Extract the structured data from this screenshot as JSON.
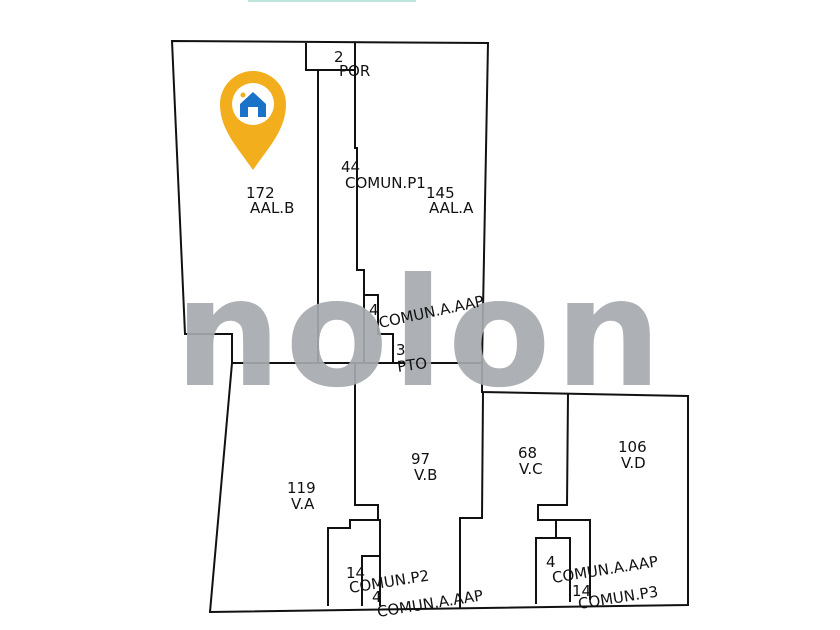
{
  "watermark": {
    "text": "nolon",
    "color": "#a7aaae"
  },
  "location_pin": {
    "icon": "home-pin-icon",
    "pin_color": "#f2ae1c",
    "house_color": "#1a73c8"
  },
  "parcels": [
    {
      "id": "aal-b",
      "number": "172",
      "use": "AAL.B"
    },
    {
      "id": "por",
      "number": "2",
      "use": "POR"
    },
    {
      "id": "comun-p1",
      "number": "44",
      "use": "COMUN.P1"
    },
    {
      "id": "aal-a",
      "number": "145",
      "use": "AAL.A"
    },
    {
      "id": "comun-a-aap-1",
      "number": "4",
      "use": "COMUN.A.AAP"
    },
    {
      "id": "pto",
      "number": "3",
      "use": "PTO"
    },
    {
      "id": "v-a",
      "number": "119",
      "use": "V.A"
    },
    {
      "id": "v-b",
      "number": "97",
      "use": "V.B"
    },
    {
      "id": "v-c",
      "number": "68",
      "use": "V.C"
    },
    {
      "id": "v-d",
      "number": "106",
      "use": "V.D"
    },
    {
      "id": "comun-p2",
      "number": "14",
      "use": "COMUN.P2"
    },
    {
      "id": "comun-a-aap-2",
      "number": "4",
      "use": "COMUN.A.AAP"
    },
    {
      "id": "comun-a-aap-3",
      "number": "4",
      "use": "COMUN.A.AAP"
    },
    {
      "id": "comun-p3",
      "number": "14",
      "use": "COMUN.P3"
    }
  ]
}
